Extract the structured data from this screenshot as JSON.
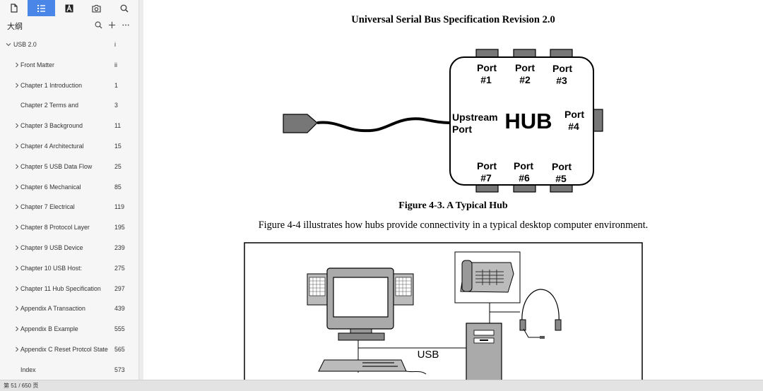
{
  "sidebar": {
    "tabs": [
      {
        "icon": "document-icon"
      },
      {
        "icon": "outline-list-icon"
      },
      {
        "icon": "text-style-icon"
      },
      {
        "icon": "camera-icon"
      },
      {
        "icon": "search-icon"
      }
    ],
    "outline_title": "大纲",
    "toc": [
      {
        "label": "USB 2.0",
        "page": "i"
      },
      {
        "label": "Front Matter",
        "page": "ii"
      },
      {
        "label": "Chapter 1 Introduction",
        "page": "1"
      },
      {
        "label": "Chapter 2 Terms and",
        "page": "3"
      },
      {
        "label": "Chapter 3 Background",
        "page": "11"
      },
      {
        "label": "Chapter 4 Architectural",
        "page": "15"
      },
      {
        "label": "Chapter 5 USB Data Flow",
        "page": "25"
      },
      {
        "label": "Chapter 6 Mechanical",
        "page": "85"
      },
      {
        "label": "Chapter 7 Electrical",
        "page": "119"
      },
      {
        "label": "Chapter 8 Protocol Layer",
        "page": "195"
      },
      {
        "label": "Chapter 9 USB Device",
        "page": "239"
      },
      {
        "label": "Chapter 10 USB Host:",
        "page": "275"
      },
      {
        "label": "Chapter 11 Hub Specification",
        "page": "297"
      },
      {
        "label": "Appendix A Transaction",
        "page": "439"
      },
      {
        "label": "Appendix B Example",
        "page": "555"
      },
      {
        "label": "Appendix C Reset Protcol State",
        "page": "565"
      },
      {
        "label": "Index",
        "page": "573"
      }
    ]
  },
  "status": {
    "page_indicator": "第 51 / 650 页"
  },
  "document": {
    "header": "Universal Serial Bus Specification Revision 2.0",
    "figure_caption": "Figure 4-3.  A Typical Hub",
    "body_text": "Figure 4-4 illustrates how hubs provide connectivity in a typical desktop computer environment.",
    "hub_diagram": {
      "hub_label": "HUB",
      "upstream_label_1": "Upstream",
      "upstream_label_2": "Port",
      "ports": [
        {
          "l1": "Port",
          "l2": "#1"
        },
        {
          "l1": "Port",
          "l2": "#2"
        },
        {
          "l1": "Port",
          "l2": "#3"
        },
        {
          "l1": "Port",
          "l2": "#4"
        },
        {
          "l1": "Port",
          "l2": "#5"
        },
        {
          "l1": "Port",
          "l2": "#6"
        },
        {
          "l1": "Port",
          "l2": "#7"
        }
      ]
    },
    "desktop_diagram": {
      "usb_label": "USB"
    }
  },
  "colors": {
    "accent": "#4a86e8"
  }
}
